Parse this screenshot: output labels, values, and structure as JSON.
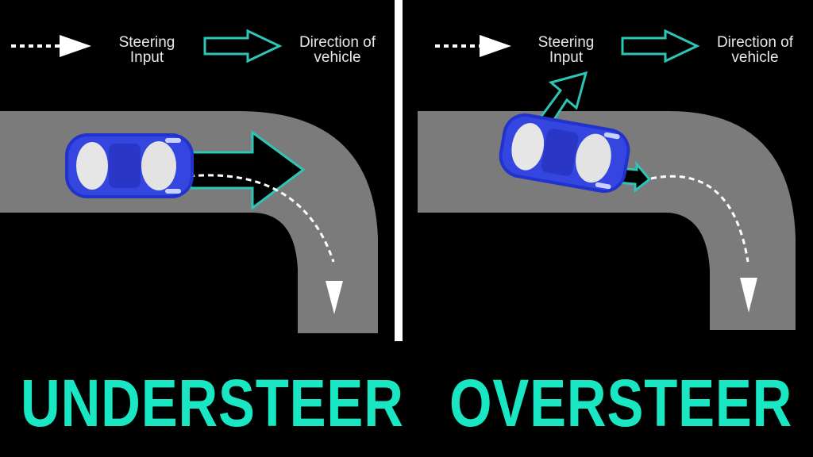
{
  "colors": {
    "accent": "#19e6c3",
    "road": "#7b7b7b",
    "background": "#000000",
    "car": "#2233cc",
    "arrow_outline": "#2ec4b6"
  },
  "left_panel": {
    "legend_steering": "Steering\nInput",
    "legend_direction": "Direction of\nvehicle",
    "title": "UNDERSTEER"
  },
  "right_panel": {
    "legend_steering": "Steering\nInput",
    "legend_direction": "Direction of\nvehicle",
    "title": "OVERSTEER"
  },
  "icons": {
    "steering_arrow": "dashed-arrow-icon",
    "direction_arrow": "outline-arrow-icon",
    "car": "car-icon"
  }
}
